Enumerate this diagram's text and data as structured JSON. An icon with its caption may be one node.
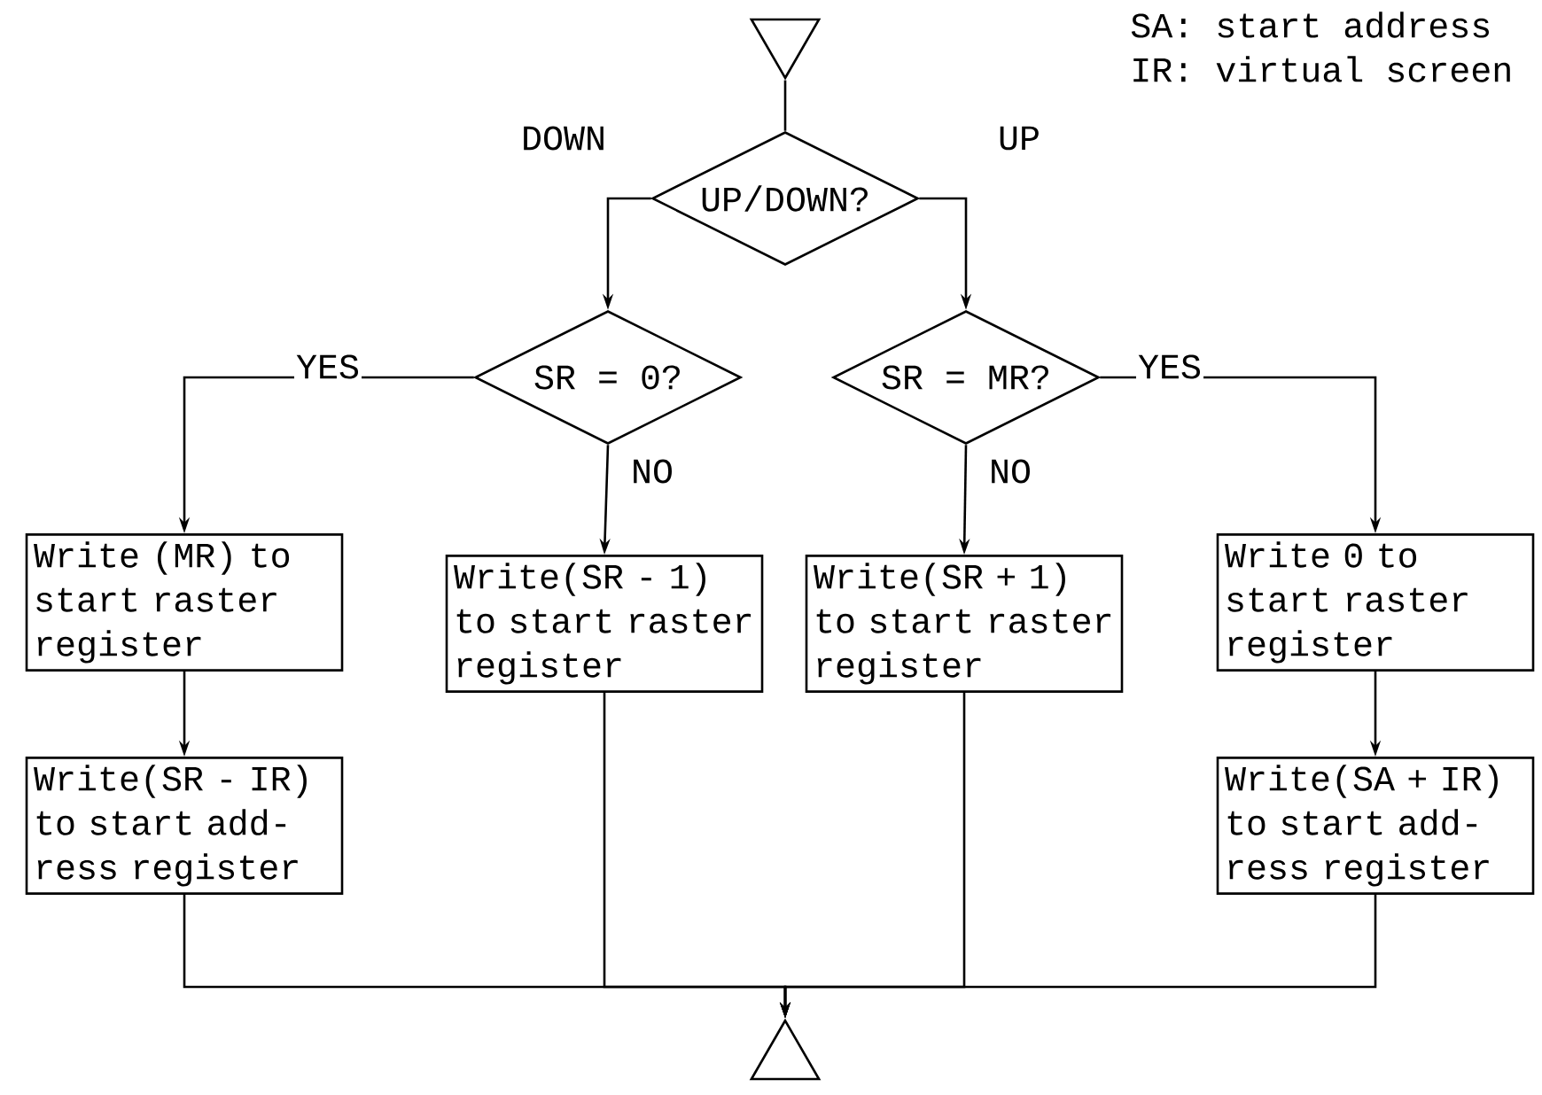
{
  "diagram": {
    "nodes": [
      {
        "text": [],
        "shape": "triangle"
      },
      {
        "text": [
          "UP/DOWN?"
        ]
      },
      {
        "text": [
          "SR = 0?"
        ]
      },
      {
        "text": [
          "SR = MR?"
        ]
      },
      {
        "text": [
          "Write (MR) to start raster register"
        ]
      },
      {
        "text": [
          "Write(SR - 1) to start raster register"
        ]
      },
      {
        "text": [
          "Write(SR + 1) to start raster register"
        ]
      },
      {
        "text": [
          "Write 0 to start raster register"
        ]
      },
      {
        "text": [
          "Write(SR - IR) to start add- ress register"
        ]
      },
      {
        "text": [
          "Write(SA + IR) to start add- ress register"
        ]
      },
      {
        "text": [],
        "shape": "triangle"
      }
    ],
    "edges": [
      {
        "from": 0,
        "to": 1,
        "arrow": "none"
      },
      {
        "from": 1,
        "to": 2,
        "arrow": "to",
        "label": "DOWN"
      },
      {
        "from": 1,
        "to": 3,
        "arrow": "to",
        "label": "UP"
      },
      {
        "from": 2,
        "to": 4,
        "arrow": "to",
        "label": "YES"
      },
      {
        "from": 2,
        "to": 5,
        "arrow": "to",
        "label": "NO"
      },
      {
        "from": 3,
        "to": 6,
        "arrow": "to",
        "label": "NO"
      },
      {
        "from": 3,
        "to": 7,
        "arrow": "to",
        "label": "YES"
      },
      {
        "from": 4,
        "to": 8,
        "arrow": "to"
      },
      {
        "from": 7,
        "to": 9,
        "arrow": "to"
      },
      {
        "from": 8,
        "to": 10,
        "arrow": "to"
      },
      {
        "from": 5,
        "to": 10,
        "arrow": "to"
      },
      {
        "from": 6,
        "to": 10,
        "arrow": "to"
      },
      {
        "from": 9,
        "to": 10,
        "arrow": "to"
      }
    ],
    "labels": [
      "SA: start address",
      "IR: virtual screen"
    ]
  }
}
